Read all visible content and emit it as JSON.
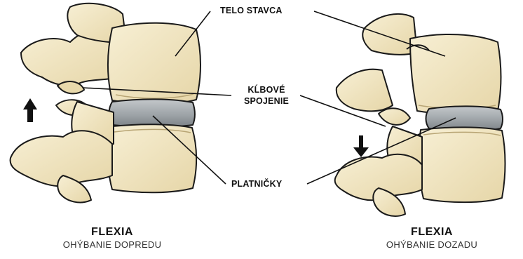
{
  "labels": {
    "vertebral_body": "TELO STAVCA",
    "joint_line1": "KĹBOVÉ",
    "joint_line2": "SPOJENIE",
    "discs": "PLATNIČKY"
  },
  "left_caption": {
    "title": "FLEXIA",
    "subtitle": "OHÝBANIE DOPREDU"
  },
  "right_caption": {
    "title": "FLEXIA",
    "subtitle": "OHÝBANIE DOZADU"
  },
  "colors": {
    "bone": "#f1e6c4",
    "bone_shadow": "#d9c99b",
    "disc": "#a9aeb2",
    "disc_shadow": "#7f868b",
    "outline": "#1a1a1a",
    "arrow": "#111111"
  },
  "icons": {
    "left_arrow": "arrow-up-icon",
    "right_arrow": "arrow-down-icon"
  }
}
